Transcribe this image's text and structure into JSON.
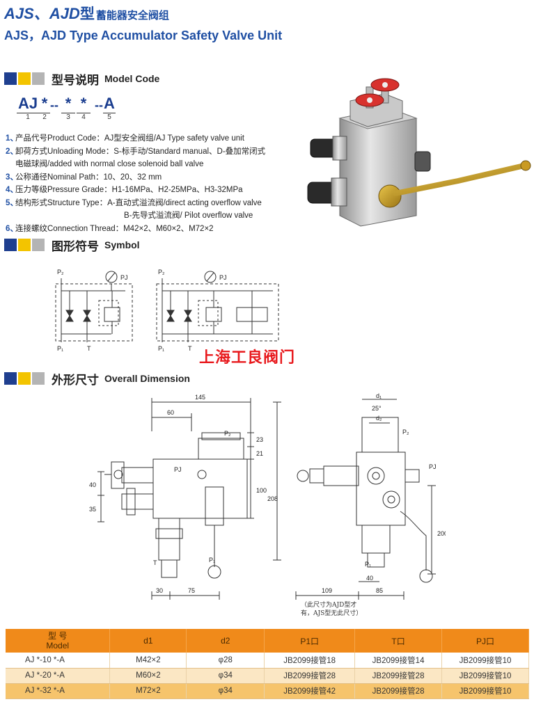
{
  "header": {
    "brand1": "AJS",
    "sep": "、",
    "brand2": "AJD",
    "type_char": "型",
    "title_cn": "蓄能器安全阀组",
    "title_en": "AJS，AJD Type Accumulator Safety Valve Unit"
  },
  "sections": {
    "model": {
      "cn": "型号说明",
      "en": "Model Code"
    },
    "symbol": {
      "cn": "图形符号",
      "en": "Symbol"
    },
    "dimension": {
      "cn": "外形尺寸",
      "en": "Overall Dimension"
    }
  },
  "model_code": {
    "parts": [
      "AJ",
      "*",
      "*",
      "*",
      "A"
    ],
    "nums": [
      "1",
      "2",
      "3",
      "4",
      "5"
    ],
    "sep1": "--",
    "sep2": "--"
  },
  "items": [
    {
      "n": "1、",
      "text": "产品代号Product Code：AJ型安全阀组/AJ Type safety valve unit"
    },
    {
      "n": "2、",
      "text": "卸荷方式Unloading Mode：S-标手动/Standard manual、D-叠加常闭式",
      "cont": "电磁球阀/added with normal close solenoid ball valve"
    },
    {
      "n": "3、",
      "text": "公称通径Nominal Path：10、20、32  mm"
    },
    {
      "n": "4、",
      "text": "压力等级Pressure Grade：H1-16MPa、H2-25MPa、H3-32MPa"
    },
    {
      "n": "5、",
      "text": "结构形式Structure Type：A-直动式溢流阀/direct acting overflow valve",
      "cont": "B-先导式溢流阀/ Pilot overflow valve"
    },
    {
      "n": "6、",
      "text": "连接螺纹Connection Thread：M42×2、M60×2、M72×2"
    }
  ],
  "symbol_labels": {
    "p2": "P₂",
    "pj": "PJ",
    "p1": "P₁",
    "t": "T"
  },
  "watermark": "上海工良阀门",
  "dim_labels": {
    "d145": "145",
    "d60": "60",
    "d23": "23",
    "d21": "21",
    "d100": "100",
    "d40": "40",
    "d35": "35",
    "d30": "30",
    "d75": "75",
    "p2": "P₂",
    "pj": "PJ",
    "p1": "P₁",
    "t": "T",
    "d1": "d₁",
    "d25": "25°",
    "d2": "d₂",
    "d208": "208",
    "d200": "200",
    "d40b": "40",
    "d109": "109",
    "d85": "85"
  },
  "dims_note": [
    "（此尺寸为AJD型才",
    "有，AJS型无此尺寸）"
  ],
  "colors": {
    "brand_blue": "#1f4fa3",
    "header_orange": "#f08a1a",
    "watermark_red": "#e8191d"
  },
  "table": {
    "headers": [
      {
        "top": "型  号",
        "bottom": "Model"
      },
      {
        "top": "d1",
        "bottom": ""
      },
      {
        "top": "d2",
        "bottom": ""
      },
      {
        "top": "P1口",
        "bottom": ""
      },
      {
        "top": "T口",
        "bottom": ""
      },
      {
        "top": "PJ口",
        "bottom": ""
      }
    ],
    "rows": [
      [
        "AJ *-10 *-A",
        "M42×2",
        "φ28",
        "JB2099接管18",
        "JB2099接管14",
        "JB2099接管10"
      ],
      [
        "AJ *-20 *-A",
        "M60×2",
        "φ34",
        "JB2099接管28",
        "JB2099接管28",
        "JB2099接管10"
      ],
      [
        "AJ *-32 *-A",
        "M72×2",
        "φ34",
        "JB2099接管42",
        "JB2099接管28",
        "JB2099接管10"
      ]
    ]
  }
}
